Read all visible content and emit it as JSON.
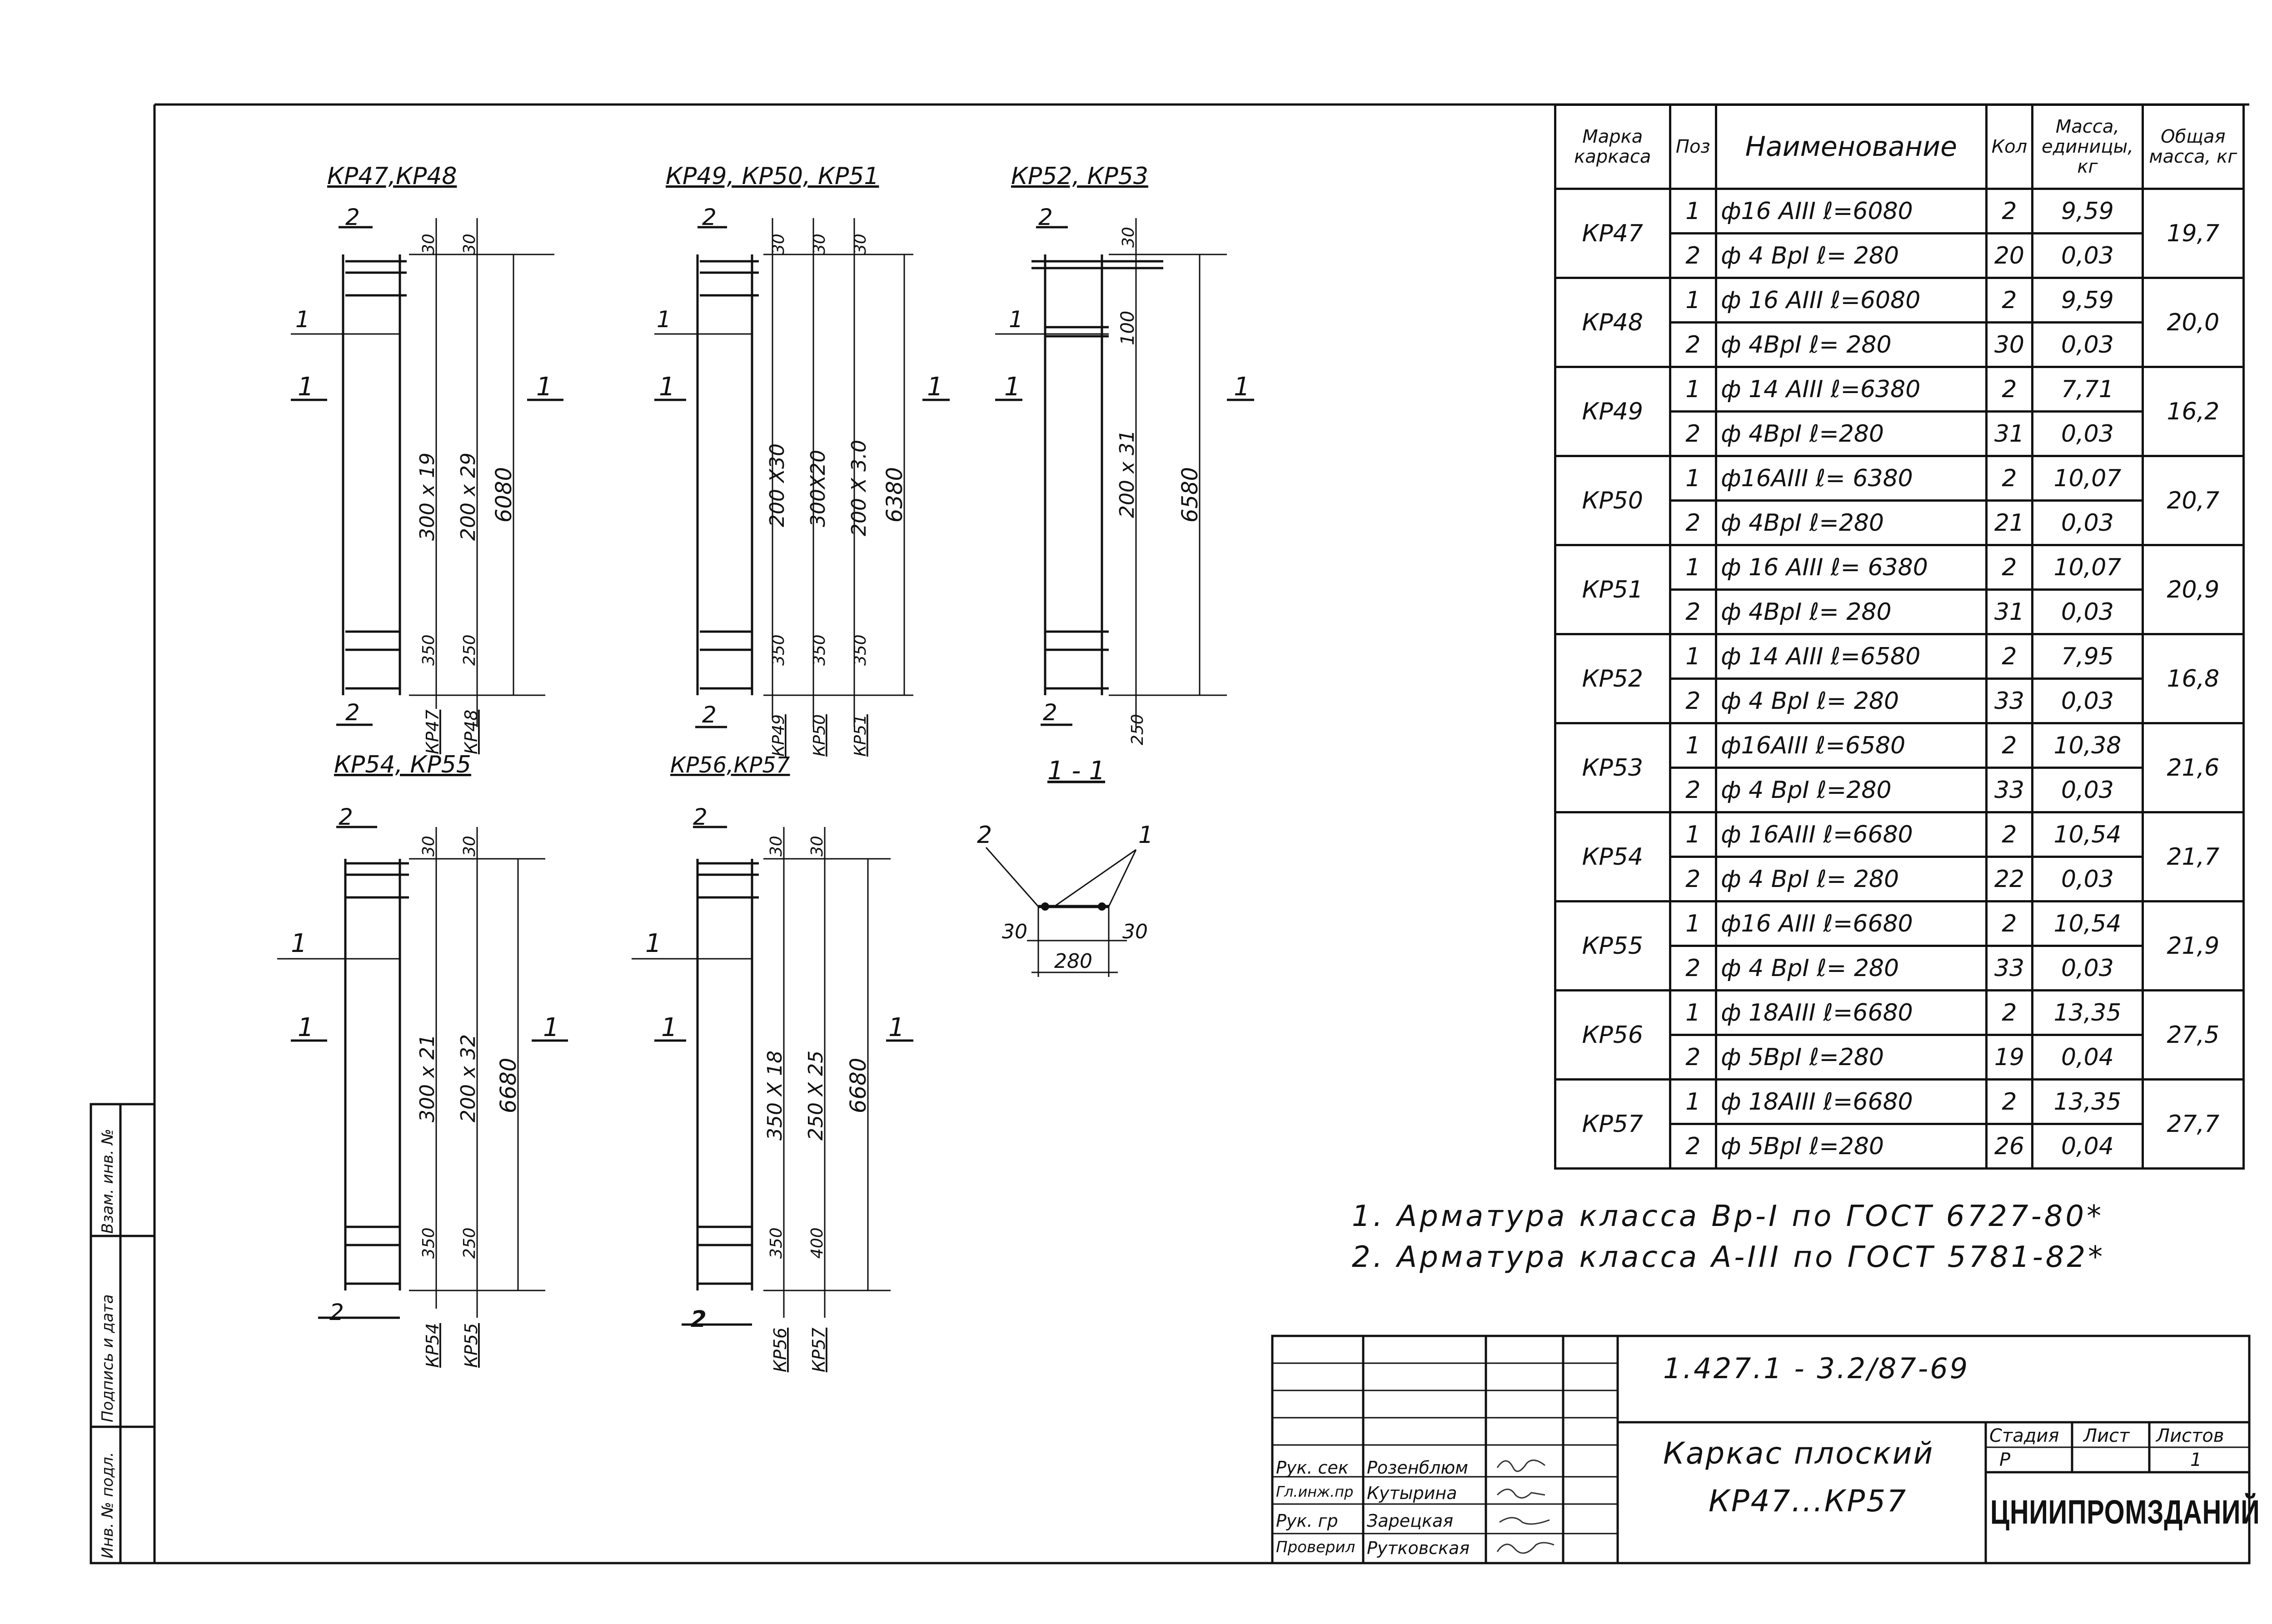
{
  "drawings": [
    {
      "title": "КР47,КР48",
      "dims": [
        "300 х 19",
        "200 х 29",
        "6080"
      ],
      "top_spaces": [
        "30",
        "30"
      ],
      "bottom_spaces": [
        "350",
        "250"
      ],
      "variant_labels": [
        "КР47",
        "КР48"
      ]
    },
    {
      "title": "КР49, КР50, КР51",
      "dims": [
        "200 Х30",
        "300Х20",
        "200 Х 3.0",
        "6380"
      ],
      "top_spaces": [
        "30",
        "30",
        "30"
      ],
      "bottom_spaces": [
        "350",
        "350",
        "350"
      ],
      "variant_labels": [
        "КР49",
        "КР50",
        "КР51"
      ]
    },
    {
      "title": "КР52, КР53",
      "dims": [
        "100",
        "200 х 31",
        "6580"
      ],
      "top_spaces": [
        "30"
      ],
      "bottom_spaces": [
        "250"
      ],
      "variant_labels": []
    },
    {
      "title": "КР54, КР55",
      "dims": [
        "300 х 21",
        "200 х 32",
        "6680"
      ],
      "top_spaces": [
        "30",
        "30"
      ],
      "bottom_spaces": [
        "350",
        "250"
      ],
      "variant_labels": [
        "КР54",
        "КР55"
      ]
    },
    {
      "title": "КР56,КР57",
      "dims": [
        "350 Х 18",
        "250 Х 25",
        "6680"
      ],
      "top_spaces": [
        "30",
        "30"
      ],
      "bottom_spaces": [
        "350",
        "400"
      ],
      "variant_labels": [
        "КР56",
        "КР57"
      ]
    }
  ],
  "callouts": {
    "one": "1",
    "two": "2"
  },
  "section": {
    "title": "1 - 1",
    "pos_2": "2",
    "pos_1": "1",
    "left_cover": "30",
    "right_cover": "30",
    "width": "280"
  },
  "spec_table": {
    "headers": {
      "mark": "Марка каркаса",
      "pos": "Поз",
      "name": "Наименование",
      "qty": "Кол",
      "unit_mass": "Масса, единицы, кг",
      "total_mass": "Общая масса, кг"
    },
    "groups": [
      {
        "mark": "КР47",
        "total": "19,7",
        "rows": [
          {
            "pos": "1",
            "name": "ф16 АIII  ℓ=6080",
            "qty": "2",
            "mass": "9,59"
          },
          {
            "pos": "2",
            "name": "ф 4 ВрI  ℓ= 280",
            "qty": "20",
            "mass": "0,03"
          }
        ]
      },
      {
        "mark": "КР48",
        "total": "20,0",
        "rows": [
          {
            "pos": "1",
            "name": "ф 16 АIII  ℓ=6080",
            "qty": "2",
            "mass": "9,59"
          },
          {
            "pos": "2",
            "name": "ф 4ВрI  ℓ= 280",
            "qty": "30",
            "mass": "0,03"
          }
        ]
      },
      {
        "mark": "КР49",
        "total": "16,2",
        "rows": [
          {
            "pos": "1",
            "name": "ф 14 АIII  ℓ=6380",
            "qty": "2",
            "mass": "7,71"
          },
          {
            "pos": "2",
            "name": "ф 4ВрI  ℓ=280",
            "qty": "31",
            "mass": "0,03"
          }
        ]
      },
      {
        "mark": "КР50",
        "total": "20,7",
        "rows": [
          {
            "pos": "1",
            "name": "ф16АIII  ℓ= 6380",
            "qty": "2",
            "mass": "10,07"
          },
          {
            "pos": "2",
            "name": "ф 4ВрI  ℓ=280",
            "qty": "21",
            "mass": "0,03"
          }
        ]
      },
      {
        "mark": "КР51",
        "total": "20,9",
        "rows": [
          {
            "pos": "1",
            "name": "ф 16 АIII  ℓ= 6380",
            "qty": "2",
            "mass": "10,07"
          },
          {
            "pos": "2",
            "name": "ф 4ВрI  ℓ= 280",
            "qty": "31",
            "mass": "0,03"
          }
        ]
      },
      {
        "mark": "КР52",
        "total": "16,8",
        "rows": [
          {
            "pos": "1",
            "name": "ф 14 АIII  ℓ=6580",
            "qty": "2",
            "mass": "7,95"
          },
          {
            "pos": "2",
            "name": "ф 4 ВрI  ℓ= 280",
            "qty": "33",
            "mass": "0,03"
          }
        ]
      },
      {
        "mark": "КР53",
        "total": "21,6",
        "rows": [
          {
            "pos": "1",
            "name": "ф16АIII  ℓ=6580",
            "qty": "2",
            "mass": "10,38"
          },
          {
            "pos": "2",
            "name": "ф 4 ВрI  ℓ=280",
            "qty": "33",
            "mass": "0,03"
          }
        ]
      },
      {
        "mark": "КР54",
        "total": "21,7",
        "rows": [
          {
            "pos": "1",
            "name": "ф 16АIII  ℓ=6680",
            "qty": "2",
            "mass": "10,54"
          },
          {
            "pos": "2",
            "name": "ф 4 ВрI  ℓ= 280",
            "qty": "22",
            "mass": "0,03"
          }
        ]
      },
      {
        "mark": "КР55",
        "total": "21,9",
        "rows": [
          {
            "pos": "1",
            "name": "ф16 АIII  ℓ=6680",
            "qty": "2",
            "mass": "10,54"
          },
          {
            "pos": "2",
            "name": "ф 4 ВрI  ℓ= 280",
            "qty": "33",
            "mass": "0,03"
          }
        ]
      },
      {
        "mark": "КР56",
        "total": "27,5",
        "rows": [
          {
            "pos": "1",
            "name": "ф 18АIII  ℓ=6680",
            "qty": "2",
            "mass": "13,35"
          },
          {
            "pos": "2",
            "name": "ф 5ВрI  ℓ=280",
            "qty": "19",
            "mass": "0,04"
          }
        ]
      },
      {
        "mark": "КР57",
        "total": "27,7",
        "rows": [
          {
            "pos": "1",
            "name": "ф 18АIII  ℓ=6680",
            "qty": "2",
            "mass": "13,35"
          },
          {
            "pos": "2",
            "name": "ф 5ВрI  ℓ=280",
            "qty": "26",
            "mass": "0,04"
          }
        ]
      }
    ]
  },
  "notes": [
    "1. Арматура класса Вр-I по ГОСТ 6727-80*",
    "2. Арматура класса А-III по ГОСТ 5781-82*"
  ],
  "title_block": {
    "doc_code": "1.427.1 - 3.2/87-69",
    "title_line1": "Каркас плоский",
    "title_line2": "КР47...КР57",
    "stage_label": "Стадия",
    "sheet_label": "Лист",
    "sheets_label": "Листов",
    "stage": "Р",
    "sheet": "",
    "sheets": "1",
    "org": "ЦНИИПРОМЗДАНИЙ",
    "roles": [
      "Рук. сек",
      "Гл.инж.пр",
      "Рук. гр",
      "Проверил"
    ],
    "names": [
      "Розенблюм",
      "Кутырина",
      "Зарецкая",
      "Рутковская"
    ]
  },
  "side_stamp": {
    "inv_orig": "Инв. № подл.",
    "sign_date": "Подпись и дата",
    "replace_inv": "Взам. инв. №"
  }
}
